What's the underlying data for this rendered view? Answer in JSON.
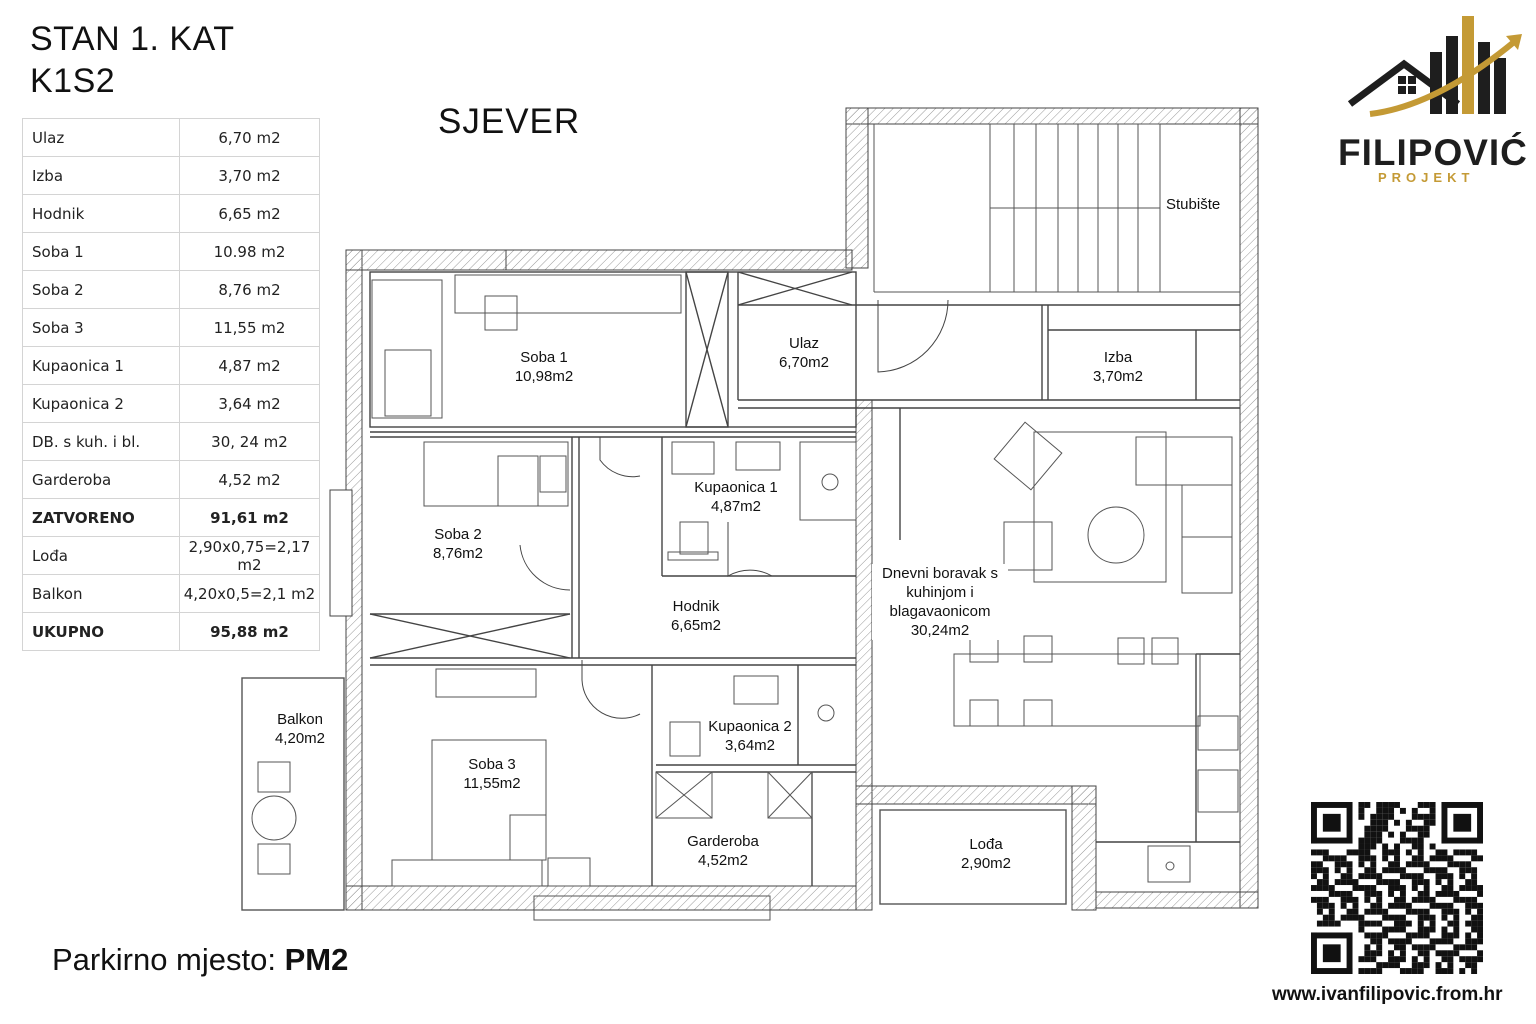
{
  "header": {
    "title_line1": "STAN 1. KAT",
    "title_line2": "K1S2",
    "orientation": "SJEVER"
  },
  "area_table": [
    {
      "name": "Ulaz",
      "value": "6,70 m2",
      "bold": false
    },
    {
      "name": "Izba",
      "value": "3,70 m2",
      "bold": false
    },
    {
      "name": "Hodnik",
      "value": "6,65 m2",
      "bold": false
    },
    {
      "name": "Soba 1",
      "value": "10.98 m2",
      "bold": false
    },
    {
      "name": "Soba 2",
      "value": "8,76 m2",
      "bold": false
    },
    {
      "name": "Soba 3",
      "value": "11,55 m2",
      "bold": false
    },
    {
      "name": "Kupaonica 1",
      "value": "4,87 m2",
      "bold": false
    },
    {
      "name": "Kupaonica 2",
      "value": "3,64 m2",
      "bold": false
    },
    {
      "name": "DB. s kuh. i bl.",
      "value": "30, 24 m2",
      "bold": false
    },
    {
      "name": "Garderoba",
      "value": "4,52 m2",
      "bold": false
    },
    {
      "name": "ZATVORENO",
      "value": "91,61 m2",
      "bold": true
    },
    {
      "name": "Lođa",
      "value": "2,90x0,75=2,17 m2",
      "bold": false
    },
    {
      "name": "Balkon",
      "value": "4,20x0,5=2,1  m2",
      "bold": false
    },
    {
      "name": "UKUPNO",
      "value": "95,88 m2",
      "bold": true
    }
  ],
  "rooms": {
    "stubiste": {
      "name": "Stubište"
    },
    "soba1": {
      "name": "Soba 1",
      "area": "10,98m2"
    },
    "ulaz": {
      "name": "Ulaz",
      "area": "6,70m2"
    },
    "izba": {
      "name": "Izba",
      "area": "3,70m2"
    },
    "kupaonica1": {
      "name": "Kupaonica 1",
      "area": "4,87m2"
    },
    "soba2": {
      "name": "Soba 2",
      "area": "8,76m2"
    },
    "dnevni": {
      "line1": "Dnevni boravak s",
      "line2": "kuhinjom i",
      "line3": "blagavaonicom",
      "area": "30,24m2"
    },
    "hodnik": {
      "name": "Hodnik",
      "area": "6,65m2"
    },
    "balkon": {
      "name": "Balkon",
      "area": "4,20m2"
    },
    "kupaonica2": {
      "name": "Kupaonica 2",
      "area": "3,64m2"
    },
    "soba3": {
      "name": "Soba 3",
      "area": "11,55m2"
    },
    "garderoba": {
      "name": "Garderoba",
      "area": "4,52m2"
    },
    "loda": {
      "name": "Lođa",
      "area": "2,90m2"
    }
  },
  "footer": {
    "parking_label": "Parkirno mjesto:",
    "parking_value": "PM2",
    "website": "www.ivanfilipovic.from.hr"
  },
  "logo": {
    "name": "FILIPOVIĆ",
    "sub": "PROJEKT",
    "gold": "#c49a35",
    "dark": "#1e1e1e"
  }
}
